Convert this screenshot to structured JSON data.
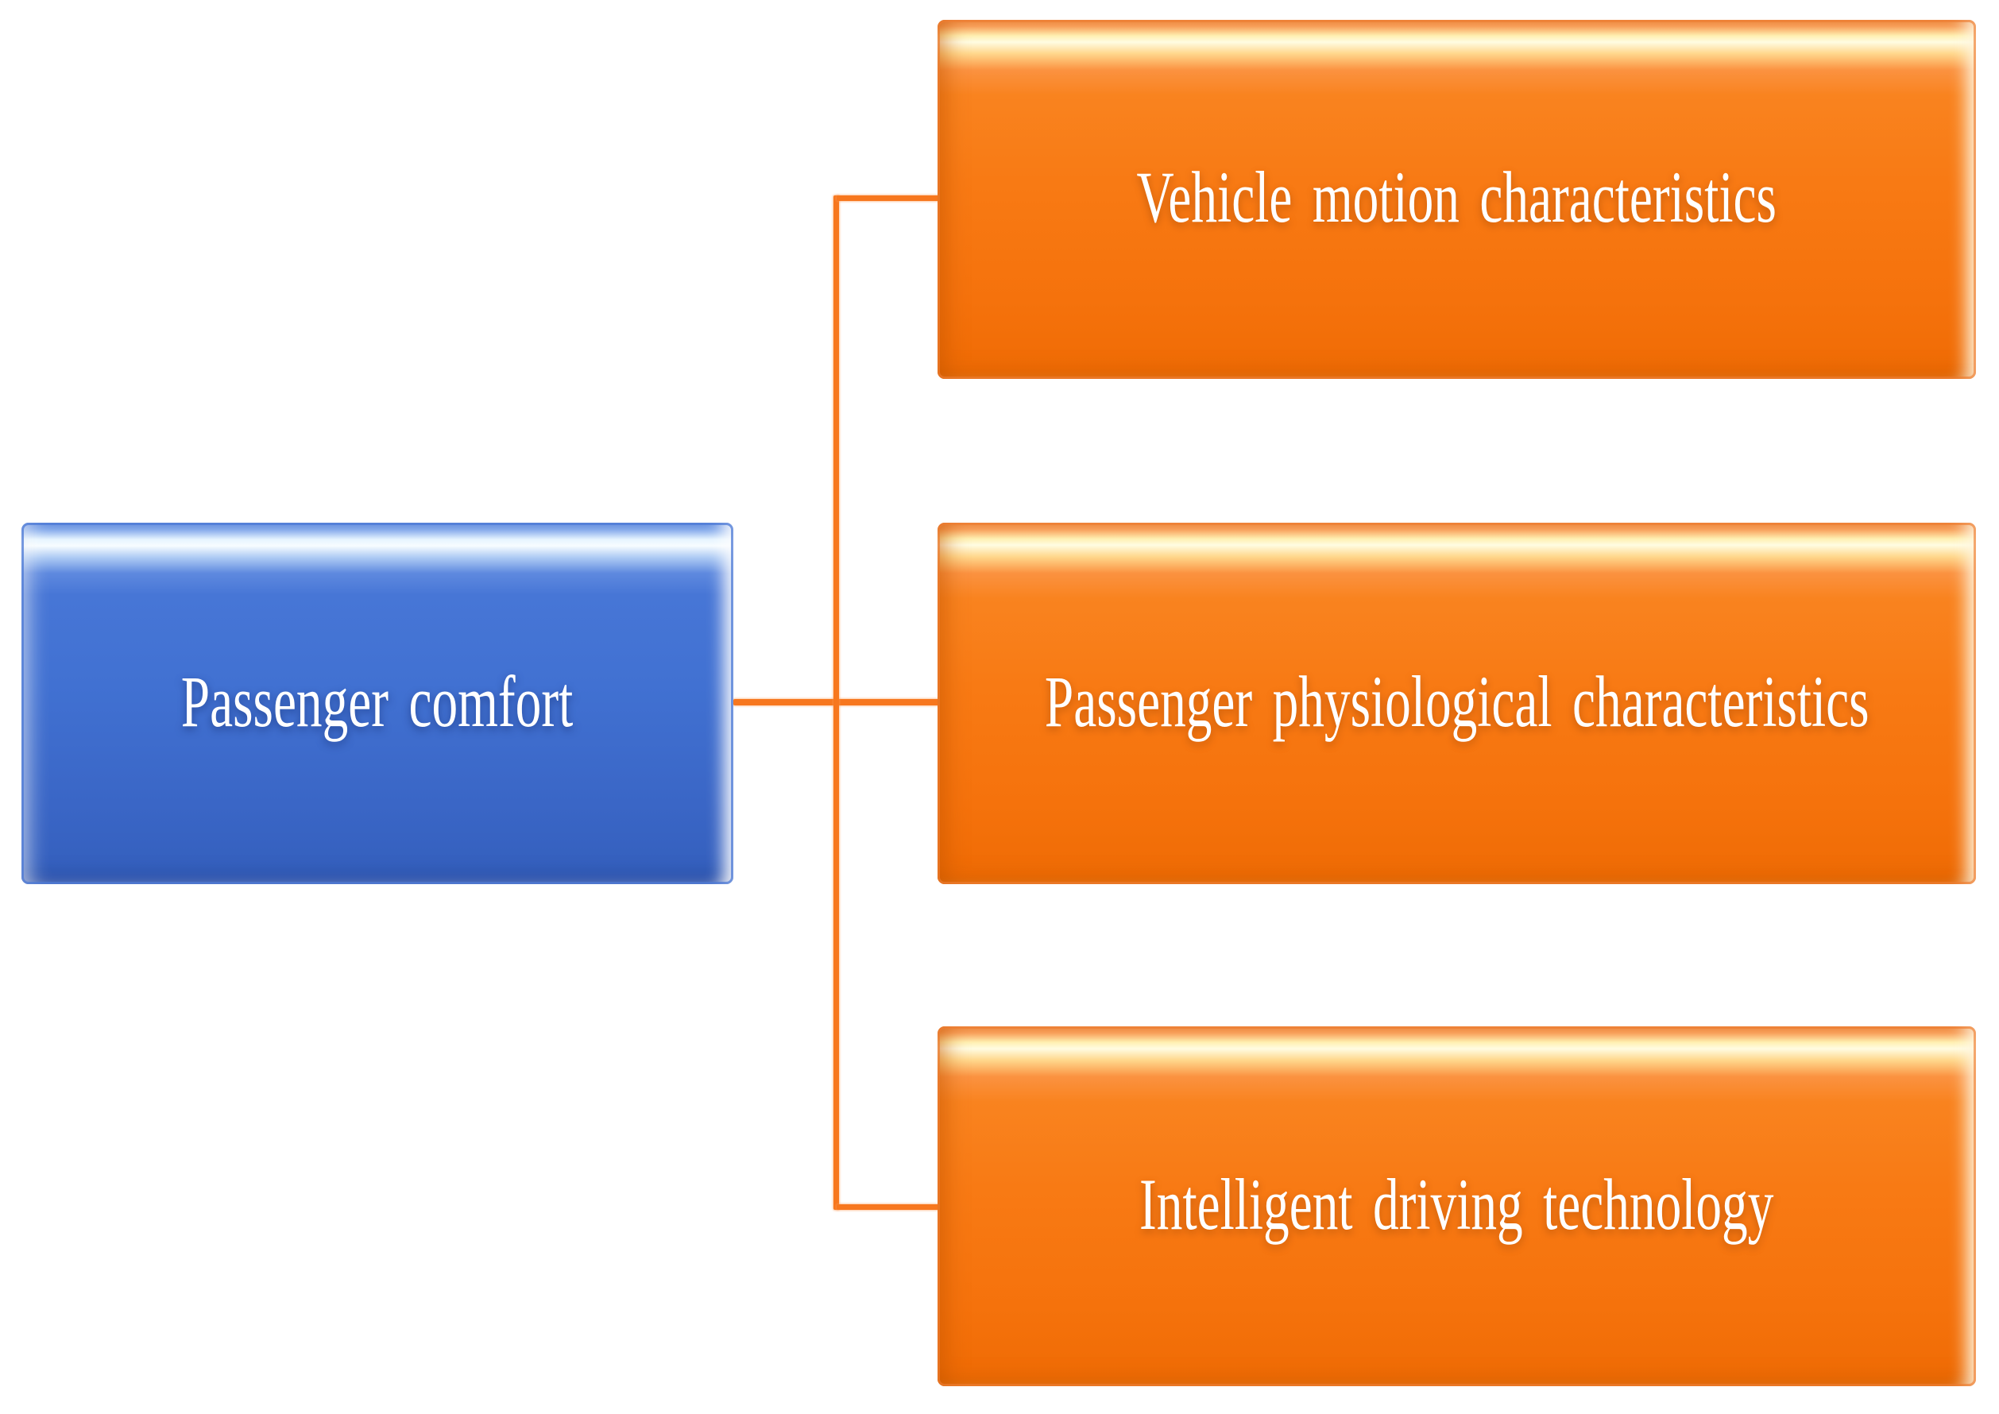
{
  "diagram": {
    "type": "hierarchy",
    "root": {
      "label": "Passenger comfort"
    },
    "children": [
      {
        "label": "Vehicle motion characteristics"
      },
      {
        "label": "Passenger physiological characteristics"
      },
      {
        "label": "Intelligent driving technology"
      }
    ],
    "colors": {
      "root_fill": "#4472C4",
      "root_highlight": "#F7FCFF",
      "child_fill": "#F87A14",
      "child_highlight": "#FFFCE2",
      "connector": "#F7771E",
      "text": "#FFFFFF",
      "background": "#FFFFFF"
    }
  }
}
